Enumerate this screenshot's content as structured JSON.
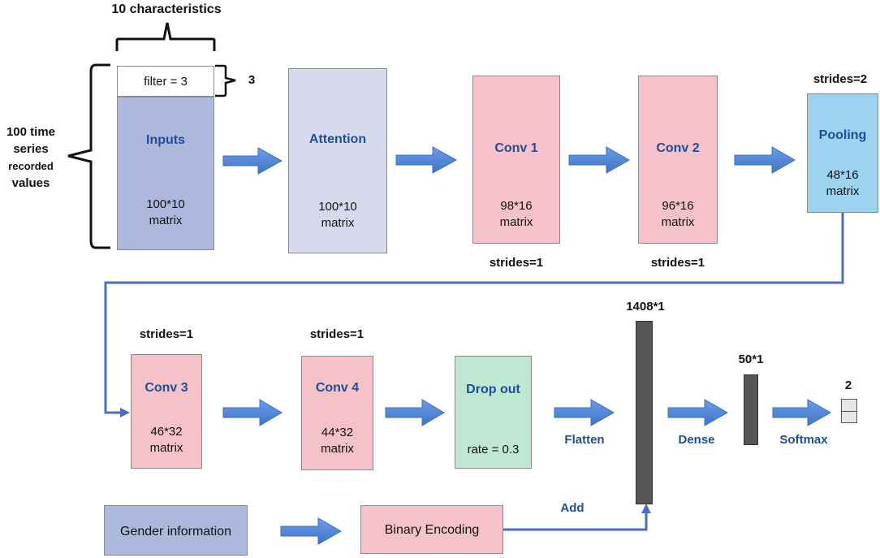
{
  "annotations": {
    "characteristics": "10 characteristics",
    "filter_height": "3",
    "time_series": [
      "100 time",
      "series",
      "recorded",
      "values"
    ],
    "strides_pool": "strides=2",
    "strides_conv1": "strides=1",
    "strides_conv2": "strides=1",
    "strides_conv3": "strides=1",
    "strides_conv4": "strides=1",
    "flatten_size": "1408*1",
    "dense_size": "50*1",
    "output_size": "2"
  },
  "nodes": {
    "filter": "filter = 3",
    "inputs": {
      "title": "Inputs",
      "line1": "100*10",
      "line2": "matrix",
      "color": "#aeb7dc"
    },
    "attention": {
      "title": "Attention",
      "line1": "100*10",
      "line2": "matrix",
      "color": "#d6daec"
    },
    "conv1": {
      "title": "Conv 1",
      "line1": "98*16",
      "line2": "matrix",
      "color": "#f4c2c8"
    },
    "conv2": {
      "title": "Conv 2",
      "line1": "96*16",
      "line2": "matrix",
      "color": "#f4c2c8"
    },
    "pooling": {
      "title": "Pooling",
      "line1": "48*16",
      "line2": "matrix",
      "color": "#9dd3ef"
    },
    "conv3": {
      "title": "Conv 3",
      "line1": "46*32",
      "line2": "matrix",
      "color": "#f4c2c8"
    },
    "conv4": {
      "title": "Conv 4",
      "line1": "44*32",
      "line2": "matrix",
      "color": "#f4c2c8"
    },
    "dropout": {
      "title": "Drop out",
      "line1": "rate = 0.3",
      "color": "#bfe8d4"
    },
    "gender": "Gender information",
    "binary": "Binary Encoding"
  },
  "edge_labels": {
    "flatten": "Flatten",
    "dense": "Dense",
    "softmax": "Softmax",
    "add": "Add"
  },
  "colors": {
    "arrow": "#4f86d9",
    "connector": "#4a6fbf",
    "vector": "#555555"
  }
}
